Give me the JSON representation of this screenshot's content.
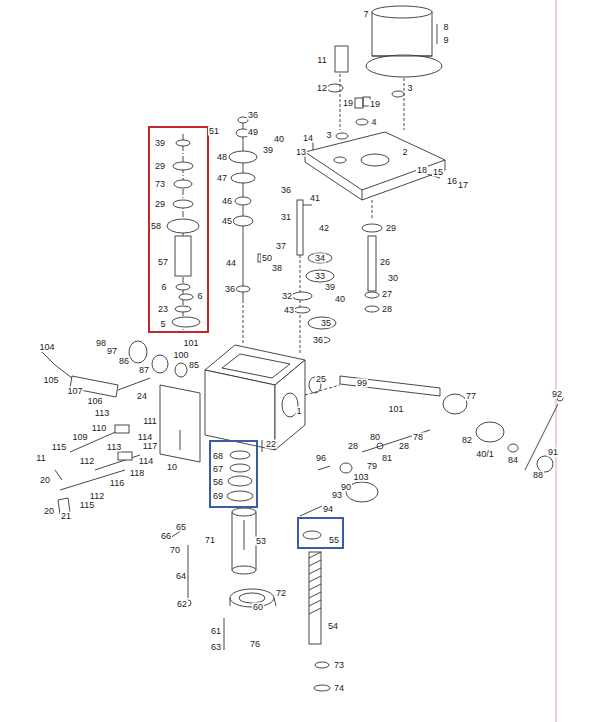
{
  "diagram": {
    "nodes": [
      {
        "text": [
          "39",
          "29",
          "73",
          "29",
          "58",
          "57",
          "6",
          "6",
          "23",
          "5"
        ]
      },
      {
        "text": [
          "68",
          "67",
          "56",
          "69"
        ]
      },
      {
        "text": [
          "55"
        ]
      }
    ],
    "labels": [
      "7",
      "8",
      "9",
      "11",
      "12",
      "19",
      "19",
      "3",
      "4",
      "3",
      "14",
      "13",
      "2",
      "18",
      "15",
      "16",
      "17",
      "36",
      "41",
      "31",
      "42",
      "29",
      "37",
      "26",
      "38",
      "34",
      "33",
      "30",
      "39",
      "40",
      "32",
      "27",
      "43",
      "28",
      "35",
      "36",
      "36",
      "51",
      "49",
      "40",
      "39",
      "48",
      "47",
      "46",
      "45",
      "50",
      "44",
      "36",
      "98",
      "97",
      "101",
      "86",
      "87",
      "100",
      "85",
      "104",
      "105",
      "107",
      "106",
      "24",
      "113",
      "111",
      "110",
      "114",
      "109",
      "113",
      "117",
      "115",
      "11",
      "112",
      "114",
      "118",
      "10",
      "20",
      "116",
      "112",
      "115",
      "20",
      "21",
      "25",
      "99",
      "1",
      "22",
      "53",
      "65",
      "66",
      "70",
      "71",
      "64",
      "62",
      "60",
      "72",
      "61",
      "63",
      "76",
      "77",
      "92",
      "91",
      "101",
      "78",
      "82",
      "80",
      "28",
      "28",
      "81",
      "96",
      "79",
      "103",
      "90",
      "93",
      "94",
      "40/1",
      "84",
      "88",
      "54",
      "73",
      "74"
    ]
  }
}
